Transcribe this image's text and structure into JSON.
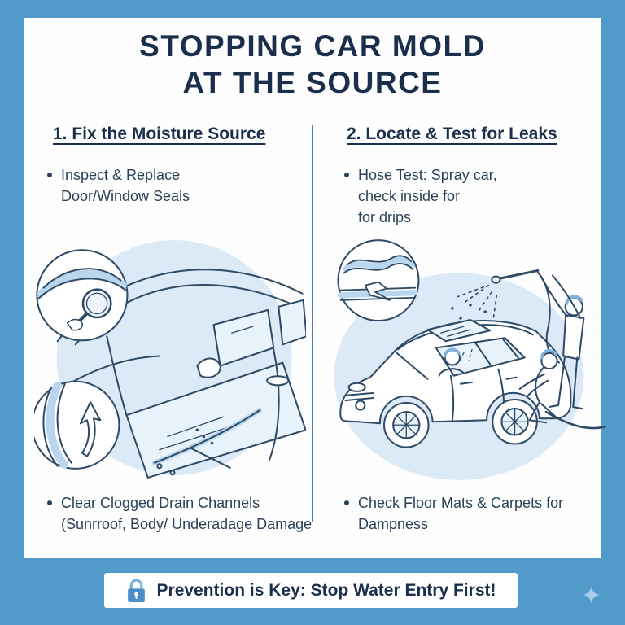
{
  "title": {
    "line1": "STOPPING CAR MOLD",
    "line2": "AT THE SOURCE"
  },
  "columns": [
    {
      "heading": "1. Fix the Moisture Source",
      "top_bullet": "Inspect & Replace\nDoor/Window Seals",
      "bottom_bullet": "Clear Clogged Drain Channels\n(Sunrroof, Body/ Underadage Damage",
      "illustration": "car-door-seal-inspection-line-art"
    },
    {
      "heading": "2. Locate & Test for Leaks",
      "top_bullet": "Hose Test: Spray car,\ncheck inside for\nfor drips",
      "bottom_bullet": "Check Floor Mats & Carpets for\nDampness",
      "illustration": "car-hose-spray-test-line-art"
    }
  ],
  "banner": {
    "text": "Prevention is Key: Stop Water Entry First!",
    "icon": "lock-icon"
  },
  "decorations": {
    "sparkle": "✦"
  },
  "colors": {
    "background_blue": "#529ac9",
    "card_white": "#fefefe",
    "title_navy": "#1b2e4b",
    "body_navy": "#2a3f58",
    "divider_blue": "#4d80ad",
    "illustration_bg": "#dce9f6",
    "line_art_navy": "#2e4a66",
    "seal_band_blue": "#b9d6ee",
    "glass_fill": "#e9f3fb",
    "lock_blue": "#4a8fc7",
    "lock_shackle": "#85b5dd",
    "sparkle_blue": "#a9cdea"
  }
}
